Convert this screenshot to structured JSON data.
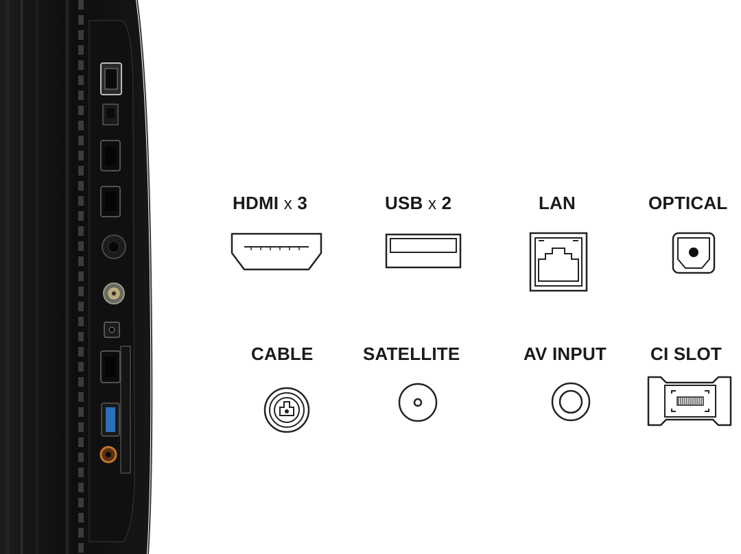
{
  "ports": {
    "hdmi": {
      "name": "HDMI",
      "multiplier": "x",
      "count": "3"
    },
    "usb": {
      "name": "USB",
      "multiplier": "x",
      "count": "2"
    },
    "lan": {
      "label": "LAN"
    },
    "optical": {
      "label": "OPTICAL"
    },
    "cable": {
      "label": "CABLE"
    },
    "satellite": {
      "label": "SATELLITE"
    },
    "av_input": {
      "label": "AV INPUT"
    },
    "ci_slot": {
      "label": "CI SLOT"
    }
  },
  "icons": {
    "hdmi": "hdmi-port-icon",
    "usb": "usb-port-icon",
    "lan": "lan-port-icon",
    "optical": "optical-port-icon",
    "cable": "cable-port-icon",
    "satellite": "satellite-port-icon",
    "av_input": "av-input-port-icon",
    "ci_slot": "ci-slot-icon"
  },
  "colors": {
    "panel": "#141414",
    "icon_stroke": "#222222",
    "usb_blue": "#2a6fb8",
    "av_orange": "#c8742a"
  }
}
